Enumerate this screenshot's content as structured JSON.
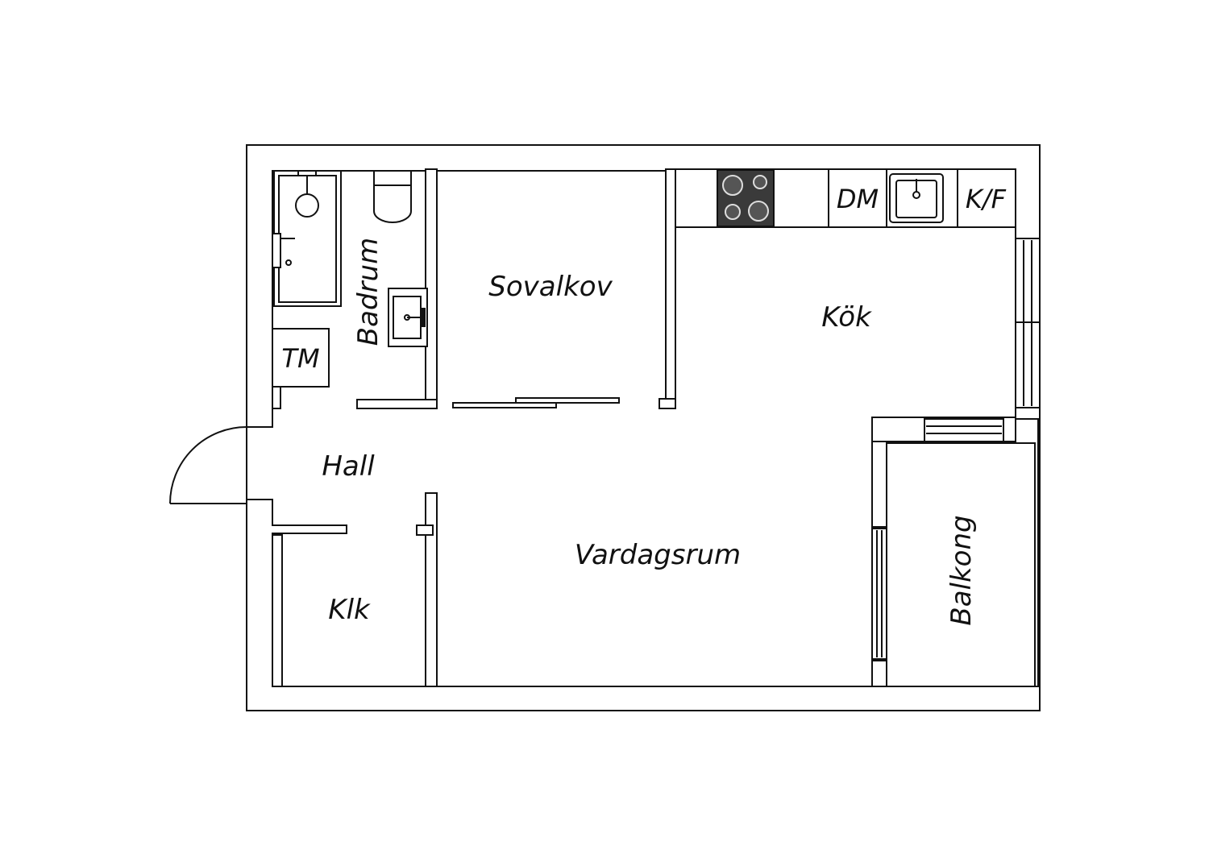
{
  "plan": {
    "rooms": {
      "badrum": "Badrum",
      "tm": "TM",
      "sovalkov": "Sovalkov",
      "kok": "Kök",
      "dm": "DM",
      "kf": "K/F",
      "hall": "Hall",
      "vardagsrum": "Vardagsrum",
      "klk": "Klk",
      "balkong": "Balkong"
    },
    "colors": {
      "line": "#111111",
      "background": "#ffffff",
      "stove": "#3a3a3a"
    }
  }
}
